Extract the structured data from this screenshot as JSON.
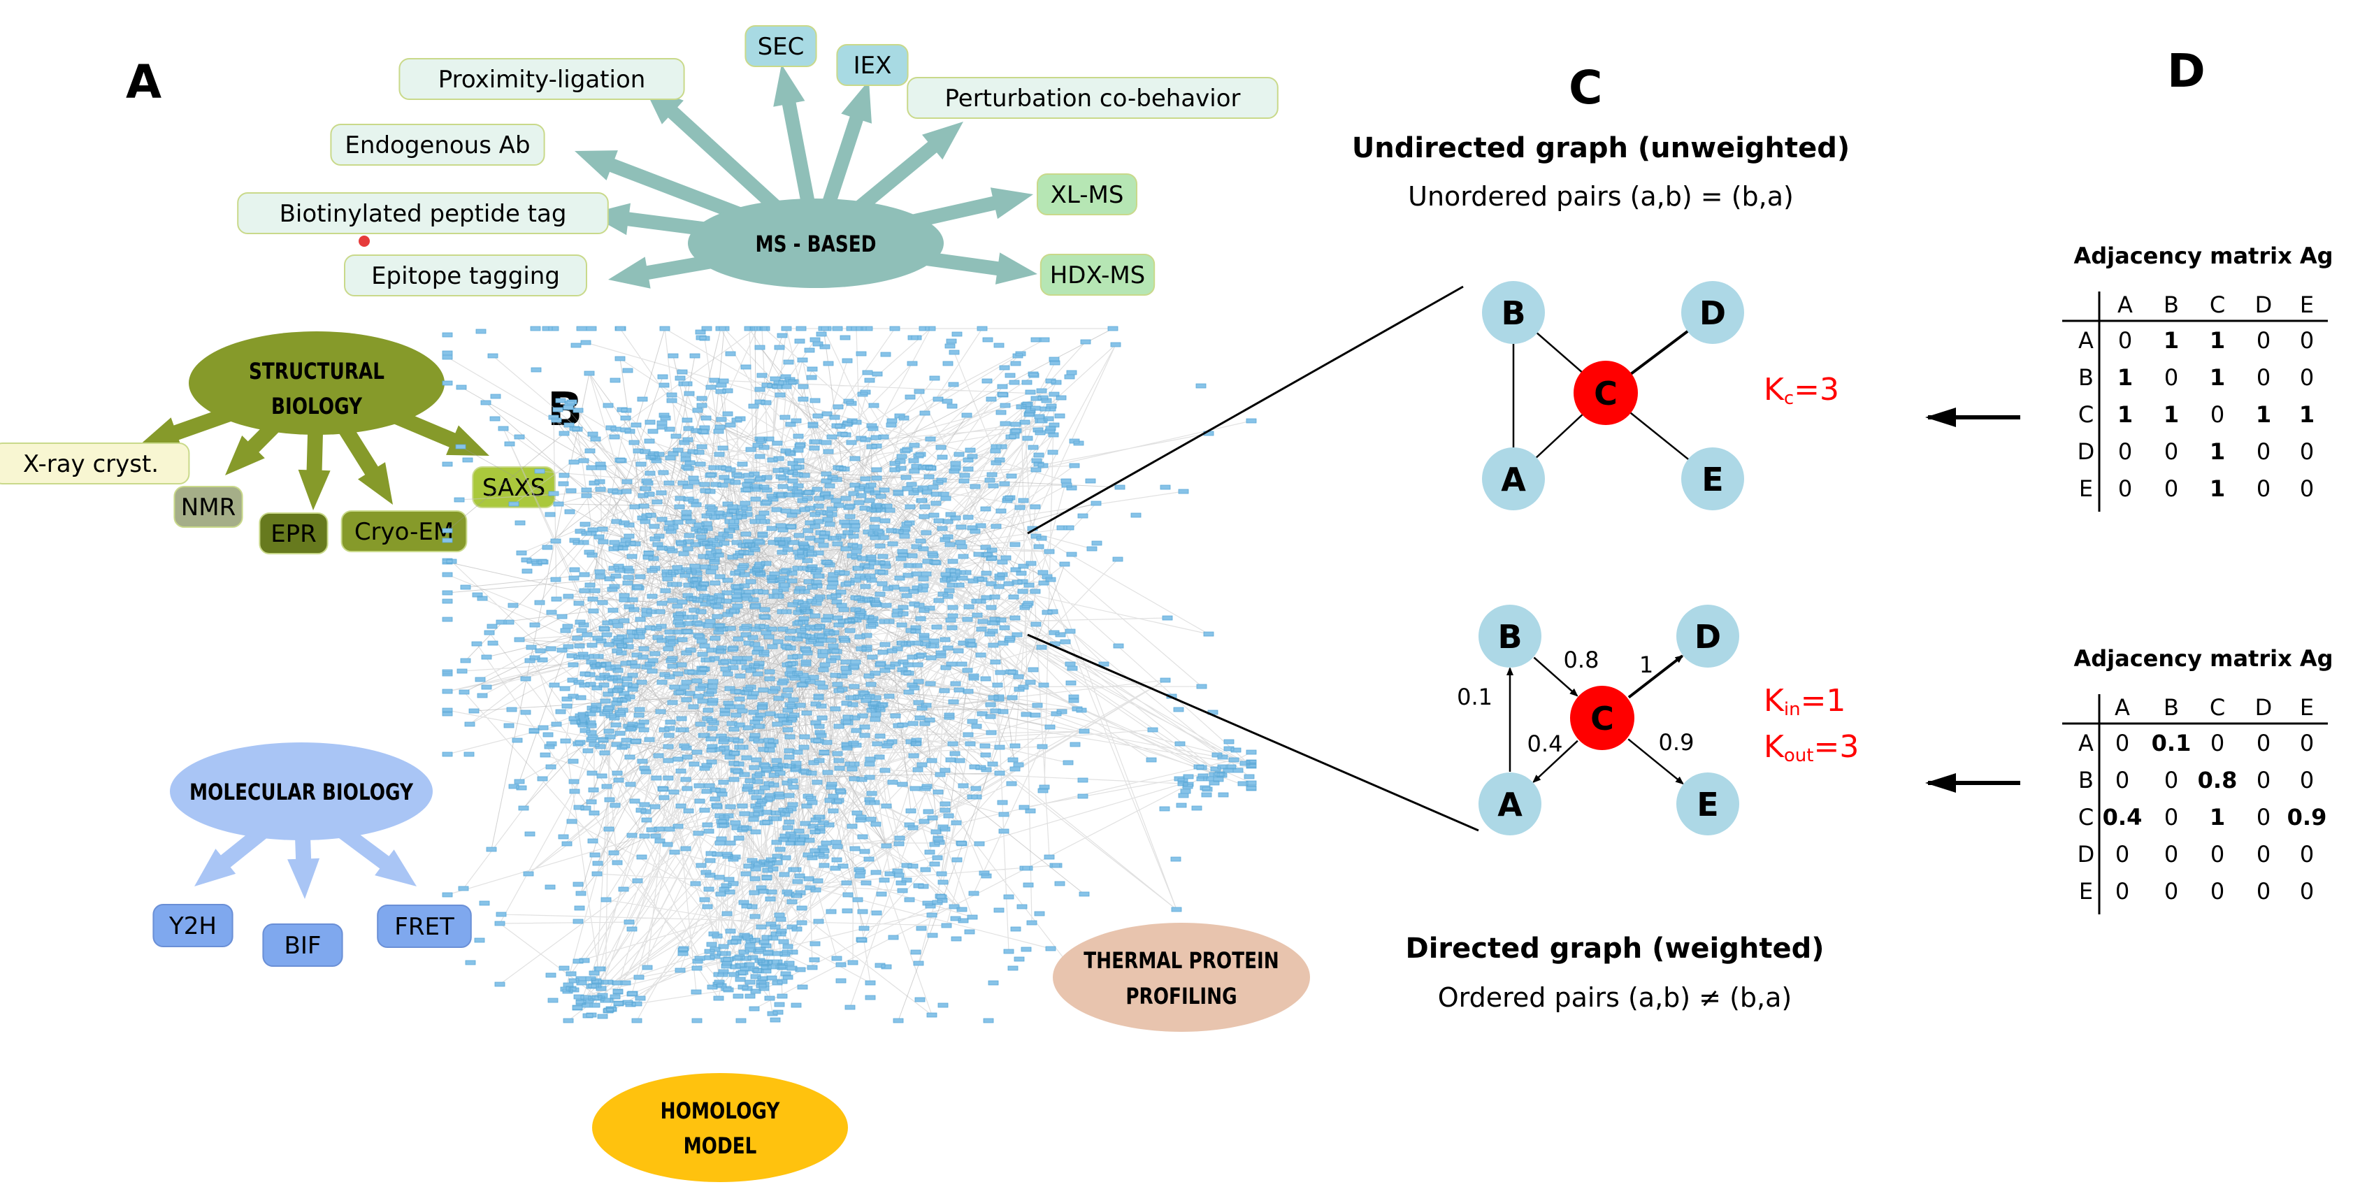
{
  "panels": {
    "a": "A",
    "b": "B",
    "c": "C",
    "d": "D"
  },
  "panel_a": {
    "ms_hub": "MS - BASED",
    "ms_methods": [
      "SEC",
      "IEX",
      "Proximity-ligation",
      "Perturbation co-behavior",
      "Endogenous Ab",
      "XL-MS",
      "Biotinylated peptide tag",
      "Epitope tagging",
      "HDX-MS"
    ],
    "struct_hub_line1": "STRUCTURAL",
    "struct_hub_line2": "BIOLOGY",
    "struct_methods": [
      "X-ray cryst.",
      "NMR",
      "EPR",
      "Cryo-EM",
      "SAXS"
    ],
    "mol_hub": "MOLECULAR BIOLOGY",
    "mol_methods": [
      "Y2H",
      "BIF",
      "FRET"
    ],
    "homology_line1": "HOMOLOGY",
    "homology_line2": "MODEL",
    "thermal_line1": "THERMAL PROTEIN",
    "thermal_line2": "PROFILING"
  },
  "panel_c": {
    "undirected_title": "Undirected graph (unweighted)",
    "undirected_subtitle": "Unordered pairs (a,b) = (b,a)",
    "directed_title": "Directed graph (weighted)",
    "directed_subtitle": "Ordered pairs (a,b) ≠ (b,a)",
    "nodes": [
      "A",
      "B",
      "C",
      "D",
      "E"
    ],
    "kc": "K",
    "kc_sub": "c",
    "kc_val": "=3",
    "kcin_sub": "in",
    "kcin_val": "=1",
    "kcout_sub": "out",
    "kcout_val": "=3",
    "weights": {
      "BC": "0.8",
      "CD": "1",
      "AB": "0.1",
      "CA": "0.4",
      "CE": "0.9"
    }
  },
  "panel_d": {
    "matrix_title": "Adjacency matrix Ag",
    "headers": [
      "A",
      "B",
      "C",
      "D",
      "E"
    ],
    "undirected_matrix": [
      [
        "0",
        "1",
        "1",
        "0",
        "0"
      ],
      [
        "1",
        "0",
        "1",
        "0",
        "0"
      ],
      [
        "1",
        "1",
        "0",
        "1",
        "1"
      ],
      [
        "0",
        "0",
        "1",
        "0",
        "0"
      ],
      [
        "0",
        "0",
        "1",
        "0",
        "0"
      ]
    ],
    "directed_matrix": [
      [
        "0",
        "0.1",
        "0",
        "0",
        "0"
      ],
      [
        "0",
        "0",
        "0.8",
        "0",
        "0"
      ],
      [
        "0.4",
        "0",
        "1",
        "0",
        "0.9"
      ],
      [
        "0",
        "0",
        "0",
        "0",
        "0"
      ],
      [
        "0",
        "0",
        "0",
        "0",
        "0"
      ]
    ]
  },
  "colors": {
    "ms": "#8fbfb8",
    "ms_box": "#e6f4ee",
    "ms_box_green": "#b6e6b4",
    "struct": "#869a2a",
    "mol": "#a9c5f5",
    "mol_box": "#7fa8ee",
    "homology": "#ffc20e",
    "thermal": "#e8c4ae",
    "node": "#add8e6",
    "node_center": "#ff0000",
    "network": "#87c3e8",
    "degree": "#ff0000"
  }
}
